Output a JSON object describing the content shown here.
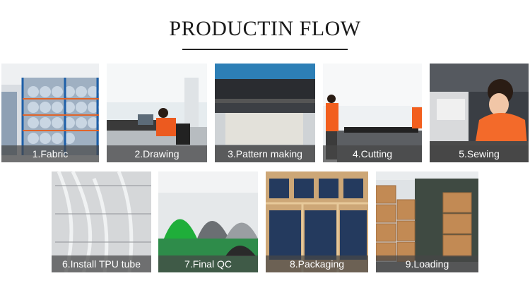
{
  "title": "PRODUCTIN FLOW",
  "steps": [
    {
      "label": "1.Fabric"
    },
    {
      "label": "2.Drawing"
    },
    {
      "label": "3.Pattern making"
    },
    {
      "label": "4.Cutting"
    },
    {
      "label": "5.Sewing"
    },
    {
      "label": "6.Install TPU tube"
    },
    {
      "label": "7.Final QC"
    },
    {
      "label": "8.Packaging"
    },
    {
      "label": "9.Loading"
    }
  ]
}
